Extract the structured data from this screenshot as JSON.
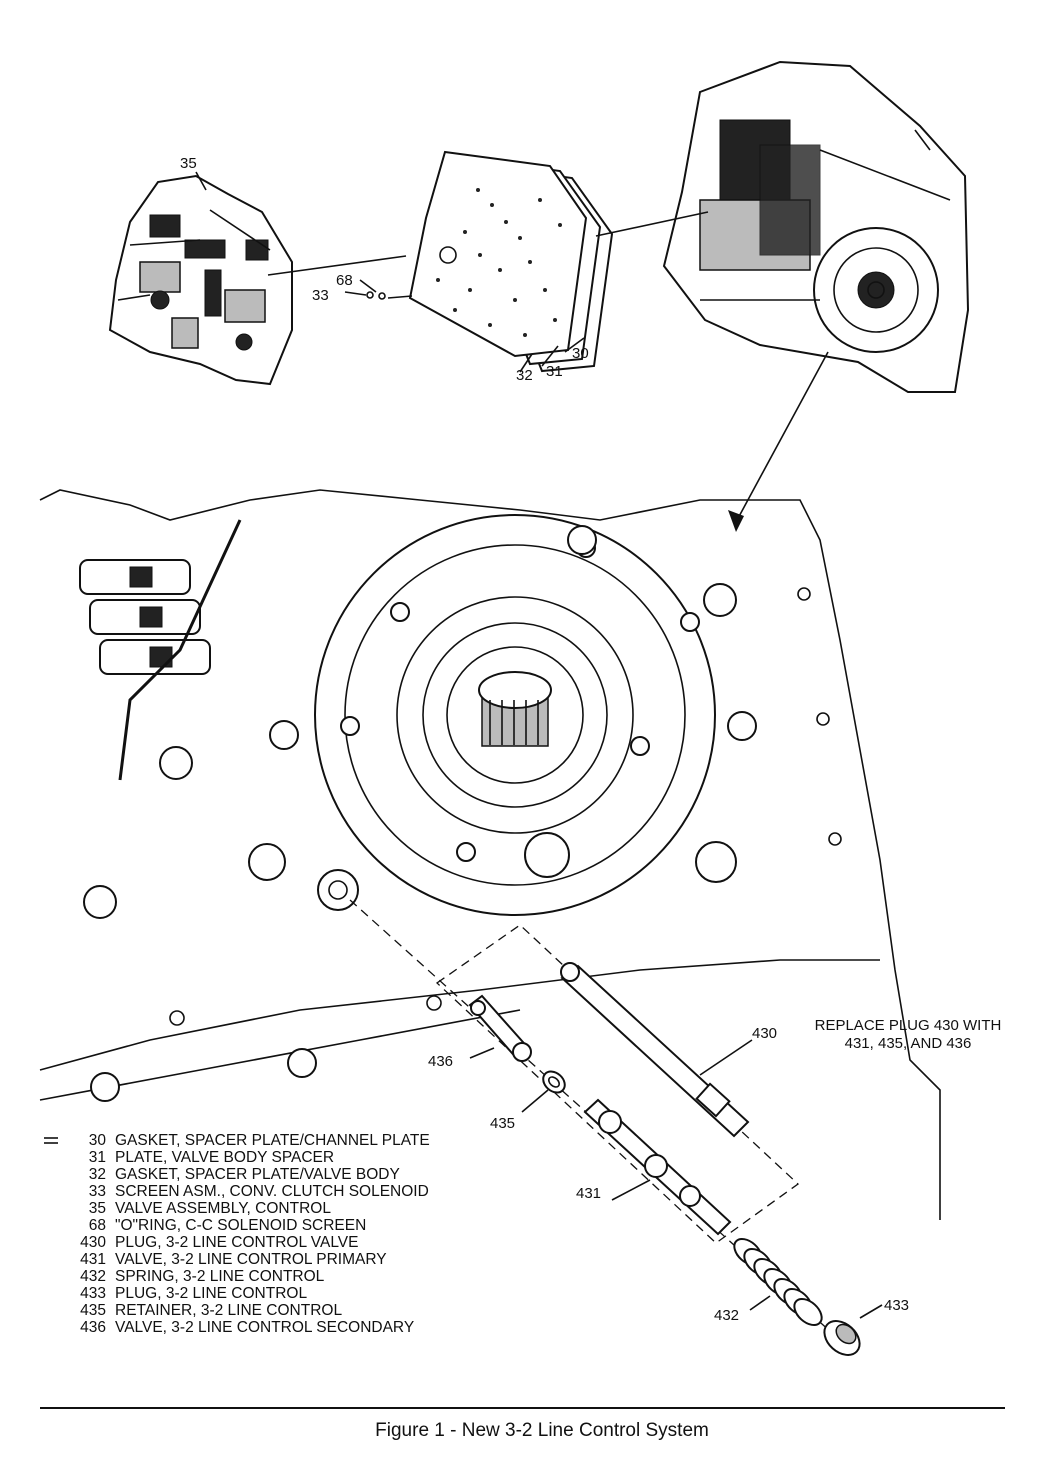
{
  "caption": "Figure 1 - New 3-2 Line Control System",
  "note_lines": [
    "REPLACE PLUG 430 WITH",
    "431, 435, AND 436"
  ],
  "callouts": {
    "c35": "35",
    "c68": "68",
    "c33": "33",
    "c30": "30",
    "c31": "31",
    "c32": "32",
    "c430": "430",
    "c436": "436",
    "c435": "435",
    "c431": "431",
    "c432": "432",
    "c433": "433"
  },
  "legend": [
    {
      "num": "30",
      "desc": "GASKET, SPACER PLATE/CHANNEL PLATE"
    },
    {
      "num": "31",
      "desc": "PLATE, VALVE BODY SPACER"
    },
    {
      "num": "32",
      "desc": "GASKET, SPACER PLATE/VALVE BODY"
    },
    {
      "num": "33",
      "desc": "SCREEN ASM., CONV. CLUTCH SOLENOID"
    },
    {
      "num": "35",
      "desc": "VALVE ASSEMBLY, CONTROL"
    },
    {
      "num": "68",
      "desc": "\"O\"RING, C-C SOLENOID SCREEN"
    },
    {
      "num": "430",
      "desc": "PLUG, 3-2 LINE CONTROL VALVE"
    },
    {
      "num": "431",
      "desc": "VALVE, 3-2 LINE CONTROL PRIMARY"
    },
    {
      "num": "432",
      "desc": "SPRING, 3-2 LINE CONTROL"
    },
    {
      "num": "433",
      "desc": "PLUG, 3-2 LINE CONTROL"
    },
    {
      "num": "435",
      "desc": "RETAINER, 3-2 LINE CONTROL"
    },
    {
      "num": "436",
      "desc": "VALVE, 3-2 LINE CONTROL SECONDARY"
    }
  ]
}
